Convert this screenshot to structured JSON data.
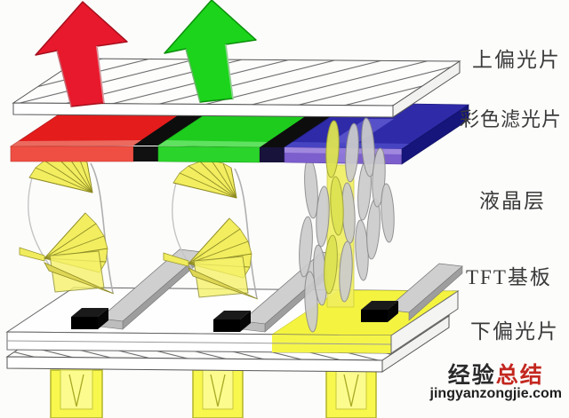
{
  "labels": {
    "upper_polarizer": "上偏光片",
    "color_filter": "彩色滤光片",
    "liquid_crystal": "液晶层",
    "tft_substrate": "TFT基板",
    "lower_polarizer": "下偏光片"
  },
  "watermark": {
    "brand_black": "经验",
    "brand_red": "总结",
    "site": "jingyanzongjie.com"
  },
  "colors": {
    "red_arrow": "#e8192c",
    "green_arrow": "#1bd41b",
    "red_filter_top": "#e41c1c",
    "green_filter_top": "#1ecc1e",
    "blue_filter_top": "#2e2aa8",
    "red_filter_front": "#ef4f43",
    "green_filter_front": "#2bd42b",
    "violet_filter_front": "#7c5ecc",
    "filter_side": "#15157c",
    "black_matrix": "#0d0d0d",
    "light_beam": "#f0ef5f",
    "backlight_beam": "#f7f74e",
    "tft_pixel_yellow": "#f4f440",
    "lc_fan_yellow": "#f2ee58",
    "lc_molecule_gray": "#cccccc",
    "electrode_gray": "#cfcfcf"
  }
}
